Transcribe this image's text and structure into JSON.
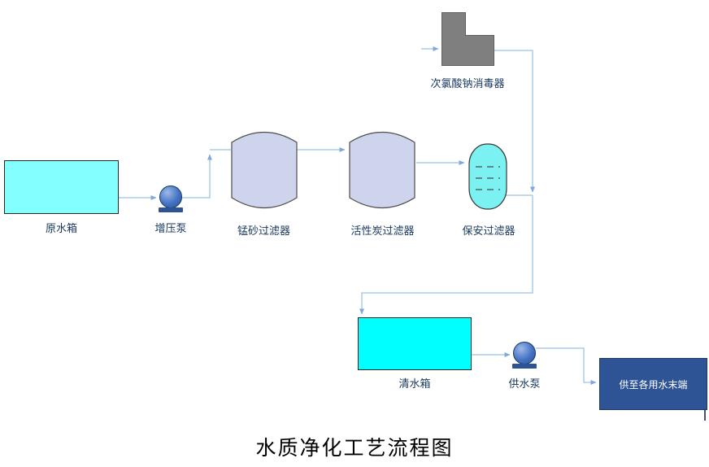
{
  "title": "水质净化工艺流程图",
  "nodes": {
    "raw_tank": {
      "label": "原水箱"
    },
    "booster_pump": {
      "label": "增压泵"
    },
    "manganese_filter": {
      "label": "锰砂过滤器"
    },
    "carbon_filter": {
      "label": "活性炭过滤器"
    },
    "security_filter": {
      "label": "保安过滤器"
    },
    "disinfector": {
      "label": "次氯酸钠消毒器"
    },
    "clean_tank": {
      "label": "清水箱"
    },
    "supply_pump": {
      "label": "供水泵"
    },
    "end_terminal": {
      "label": "供至各用水末端"
    }
  },
  "connections": [
    {
      "from": "raw_tank",
      "to": "booster_pump"
    },
    {
      "from": "booster_pump",
      "to": "manganese_filter"
    },
    {
      "from": "manganese_filter",
      "to": "carbon_filter"
    },
    {
      "from": "carbon_filter",
      "to": "security_filter"
    },
    {
      "from": "security_filter",
      "to": "clean_tank"
    },
    {
      "from": "disinfector",
      "to": "clean_tank"
    },
    {
      "from": "clean_tank",
      "to": "supply_pump"
    },
    {
      "from": "supply_pump",
      "to": "end_terminal"
    }
  ],
  "colors": {
    "raw_tank_fill": "#84FFFF",
    "clean_tank_fill": "#00FFFF",
    "filter_fill": "#CDD4EB",
    "security_filter_fill": "#7BF1F1",
    "pump_fill": "#4472C4",
    "pump_dark": "#2E5395",
    "disinfector_fill": "#7F7F7F",
    "end_box_fill": "#2E5496",
    "connector": "#9CC2E5",
    "arrowhead": "#7FA8DC",
    "label_text": "#17375E"
  }
}
